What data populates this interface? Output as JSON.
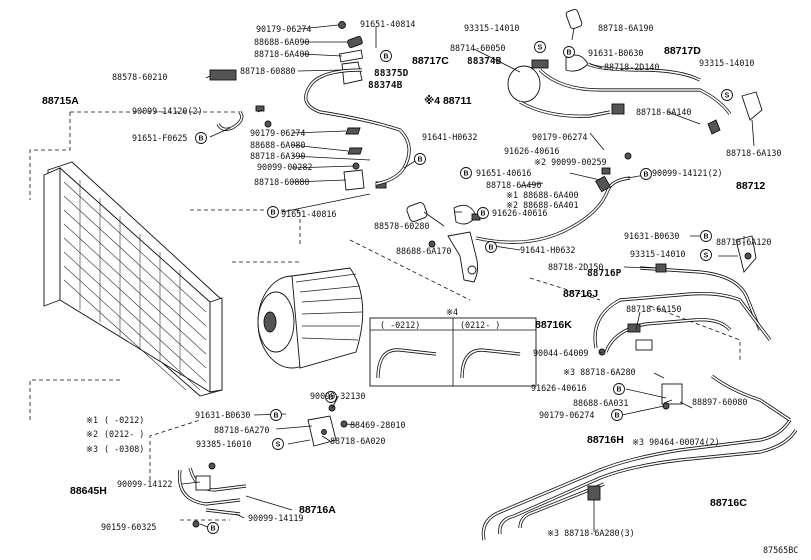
{
  "diagram_id": "87565BC",
  "boxes": [
    {
      "id": "box-88715A",
      "label": "88715A"
    },
    {
      "id": "box-88711",
      "label": "※4 88711"
    },
    {
      "id": "box-88717C",
      "label": "88717C"
    },
    {
      "id": "box-88717D",
      "label": "88717D"
    },
    {
      "id": "box-88712",
      "label": "88712"
    },
    {
      "id": "box-88716P",
      "label": "88716P"
    },
    {
      "id": "box-88716J",
      "label": "88716J"
    },
    {
      "id": "box-88716K",
      "label": "88716K"
    },
    {
      "id": "box-88716H",
      "label": "88716H"
    },
    {
      "id": "box-88716C",
      "label": "88716C"
    },
    {
      "id": "box-88716A",
      "label": "88716A"
    },
    {
      "id": "box-88645H",
      "label": "88645H"
    }
  ],
  "parts": [
    {
      "id": "p1",
      "label": "90179-06274"
    },
    {
      "id": "p2",
      "label": "88688-6A090"
    },
    {
      "id": "p3",
      "label": "88718-6A400"
    },
    {
      "id": "p4",
      "label": "91651-40814"
    },
    {
      "id": "p5",
      "label": "88578-60210"
    },
    {
      "id": "p6",
      "label": "88718-60880"
    },
    {
      "id": "p7",
      "label": "88375D"
    },
    {
      "id": "p8",
      "label": "88374B"
    },
    {
      "id": "p9",
      "label": "90099-14120(2)"
    },
    {
      "id": "p10",
      "label": "91651-F0625"
    },
    {
      "id": "p11",
      "label": "90179-06274"
    },
    {
      "id": "p12",
      "label": "88688-6A080"
    },
    {
      "id": "p13",
      "label": "88718-6A390"
    },
    {
      "id": "p14",
      "label": "90099-00282"
    },
    {
      "id": "p15",
      "label": "88718-60880"
    },
    {
      "id": "p16",
      "label": "91641-H0632"
    },
    {
      "id": "p17",
      "label": "91651-40816"
    },
    {
      "id": "p18",
      "label": "93315-14010"
    },
    {
      "id": "p19",
      "label": "88718-6A190"
    },
    {
      "id": "p20",
      "label": "88714-60050"
    },
    {
      "id": "p21",
      "label": "88374B"
    },
    {
      "id": "p22",
      "label": "91631-B0630"
    },
    {
      "id": "p23",
      "label": "88718-2D140"
    },
    {
      "id": "p24",
      "label": "93315-14010"
    },
    {
      "id": "p25",
      "label": "88718-6A140"
    },
    {
      "id": "p26",
      "label": "88718-6A130"
    },
    {
      "id": "p27",
      "label": "90179-06274"
    },
    {
      "id": "p28",
      "label": "91626-40616"
    },
    {
      "id": "p29",
      "label": "※2 90099-00259"
    },
    {
      "id": "p30",
      "label": "90099-14121(2)"
    },
    {
      "id": "p31",
      "label": "91651-40616"
    },
    {
      "id": "p32",
      "label": "88718-6A490"
    },
    {
      "id": "p33",
      "label": "※1 88688-6A400"
    },
    {
      "id": "p34",
      "label": "※2 88688-6A401"
    },
    {
      "id": "p35",
      "label": "91626-40616"
    },
    {
      "id": "p36",
      "label": "88578-60280"
    },
    {
      "id": "p37",
      "label": "88688-6A170"
    },
    {
      "id": "p38",
      "label": "91641-H0632"
    },
    {
      "id": "p39",
      "label": "91631-B0630"
    },
    {
      "id": "p40",
      "label": "88718-6A120"
    },
    {
      "id": "p41",
      "label": "93315-14010"
    },
    {
      "id": "p42",
      "label": "88718-2D150"
    },
    {
      "id": "p43",
      "label": "88718-6A150"
    },
    {
      "id": "p44",
      "label": "90044-64009"
    },
    {
      "id": "p45",
      "label": "※3 88718-6A280"
    },
    {
      "id": "p46",
      "label": "91626-40616"
    },
    {
      "id": "p47",
      "label": "88688-6A031"
    },
    {
      "id": "p48",
      "label": "88897-60080"
    },
    {
      "id": "p49",
      "label": "90179-06274"
    },
    {
      "id": "p50",
      "label": "※3 90464-00074(2)"
    },
    {
      "id": "p51",
      "label": "90099-32130"
    },
    {
      "id": "p52",
      "label": "91631-B0630"
    },
    {
      "id": "p53",
      "label": "88469-28010"
    },
    {
      "id": "p54",
      "label": "88718-6A270"
    },
    {
      "id": "p55",
      "label": "93385-16010"
    },
    {
      "id": "p56",
      "label": "88718-6A020"
    },
    {
      "id": "p57",
      "label": "90099-14122"
    },
    {
      "id": "p58",
      "label": "90159-60325"
    },
    {
      "id": "p59",
      "label": "90099-14119"
    },
    {
      "id": "p60",
      "label": "※3 88718-6A280(3)"
    }
  ],
  "legend": [
    {
      "mark": "※1",
      "range": "(     -0212)"
    },
    {
      "mark": "※2",
      "range": "(0212-     )"
    },
    {
      "mark": "※3",
      "range": "(     -0308)"
    }
  ],
  "inset": {
    "mark": "※4",
    "col1": "(     -0212)",
    "col2": "(0212-     )"
  },
  "badges": {
    "bolt": "B",
    "screw": "S"
  }
}
